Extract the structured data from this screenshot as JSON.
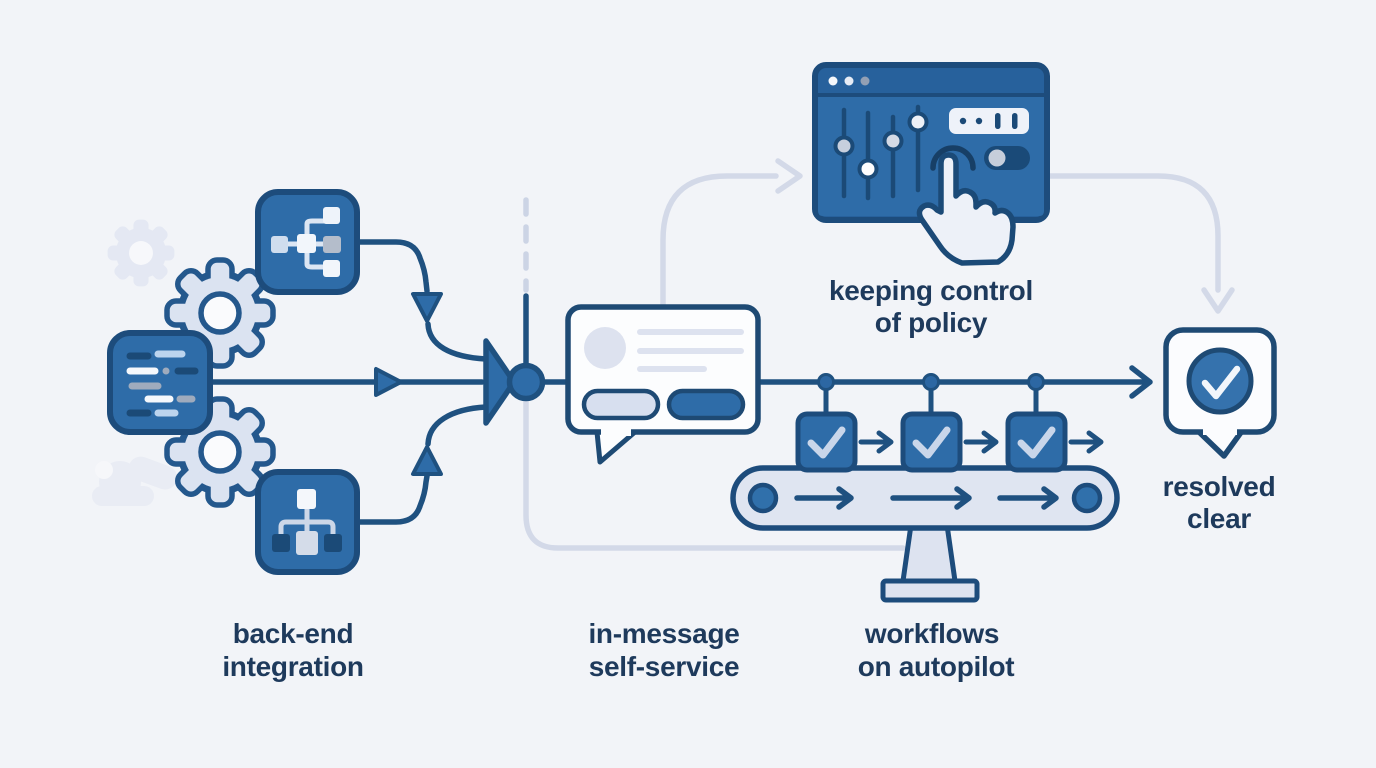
{
  "diagram": {
    "title": "support automation flow illustration",
    "colors": {
      "background": "#f2f4f8",
      "accent_blue": "#2e6ca8",
      "outline_navy": "#1d4c7c",
      "line_navy": "#1f5180",
      "light_shape": "#dbe3f1",
      "light_path": "#d3d9e8",
      "text_navy": "#1e3a5c",
      "white": "#fcfdfe"
    },
    "stages": [
      {
        "name": "backend-integration",
        "label": [
          "back-end",
          "integration"
        ],
        "icons": [
          "gear-icon",
          "gear-icon",
          "faded-gear-icon",
          "code-block-icon",
          "flowchart-icon",
          "hierarchy-icon"
        ]
      },
      {
        "name": "in-message-self-service",
        "label": [
          "in-message",
          "self-service"
        ],
        "icons": [
          "chat-bubble-icon",
          "avatar-icon",
          "action-pill-icon",
          "action-pill-icon"
        ]
      },
      {
        "name": "keeping-control-of-policy",
        "label": [
          "keeping control",
          "of policy"
        ],
        "icons": [
          "settings-panel-icon",
          "slider-icon",
          "slider-icon",
          "slider-icon",
          "slider-icon",
          "segmented-display-icon",
          "toggle-icon",
          "tap-ripple-icon",
          "hand-icon"
        ]
      },
      {
        "name": "workflows-on-autopilot",
        "label": [
          "workflows",
          "on autopilot"
        ],
        "icons": [
          "conveyor-belt-icon",
          "checkbox-icon",
          "checkbox-icon",
          "checkbox-icon",
          "arrow-right-icon"
        ]
      },
      {
        "name": "resolved-clear",
        "label": [
          "resolved",
          "clear"
        ],
        "icons": [
          "check-badge-bubble-icon",
          "checkmark-icon"
        ]
      }
    ]
  }
}
